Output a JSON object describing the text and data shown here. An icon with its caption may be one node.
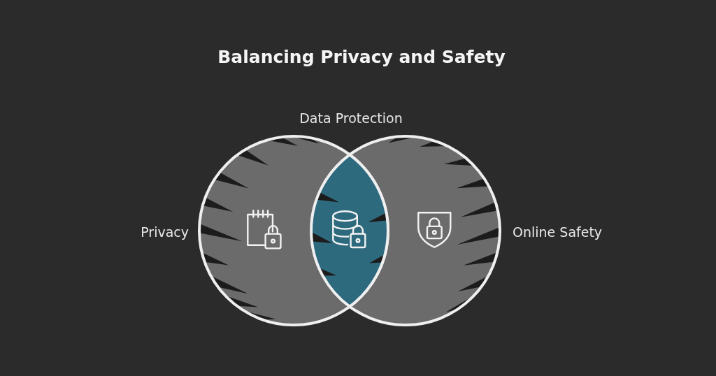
{
  "diagram": {
    "title": "Balancing Privacy and Safety",
    "nodes": [
      {
        "text": [
          "Privacy"
        ]
      },
      {
        "text": [
          "Data Protection"
        ]
      },
      {
        "text": [
          "Online Safety"
        ]
      }
    ]
  }
}
